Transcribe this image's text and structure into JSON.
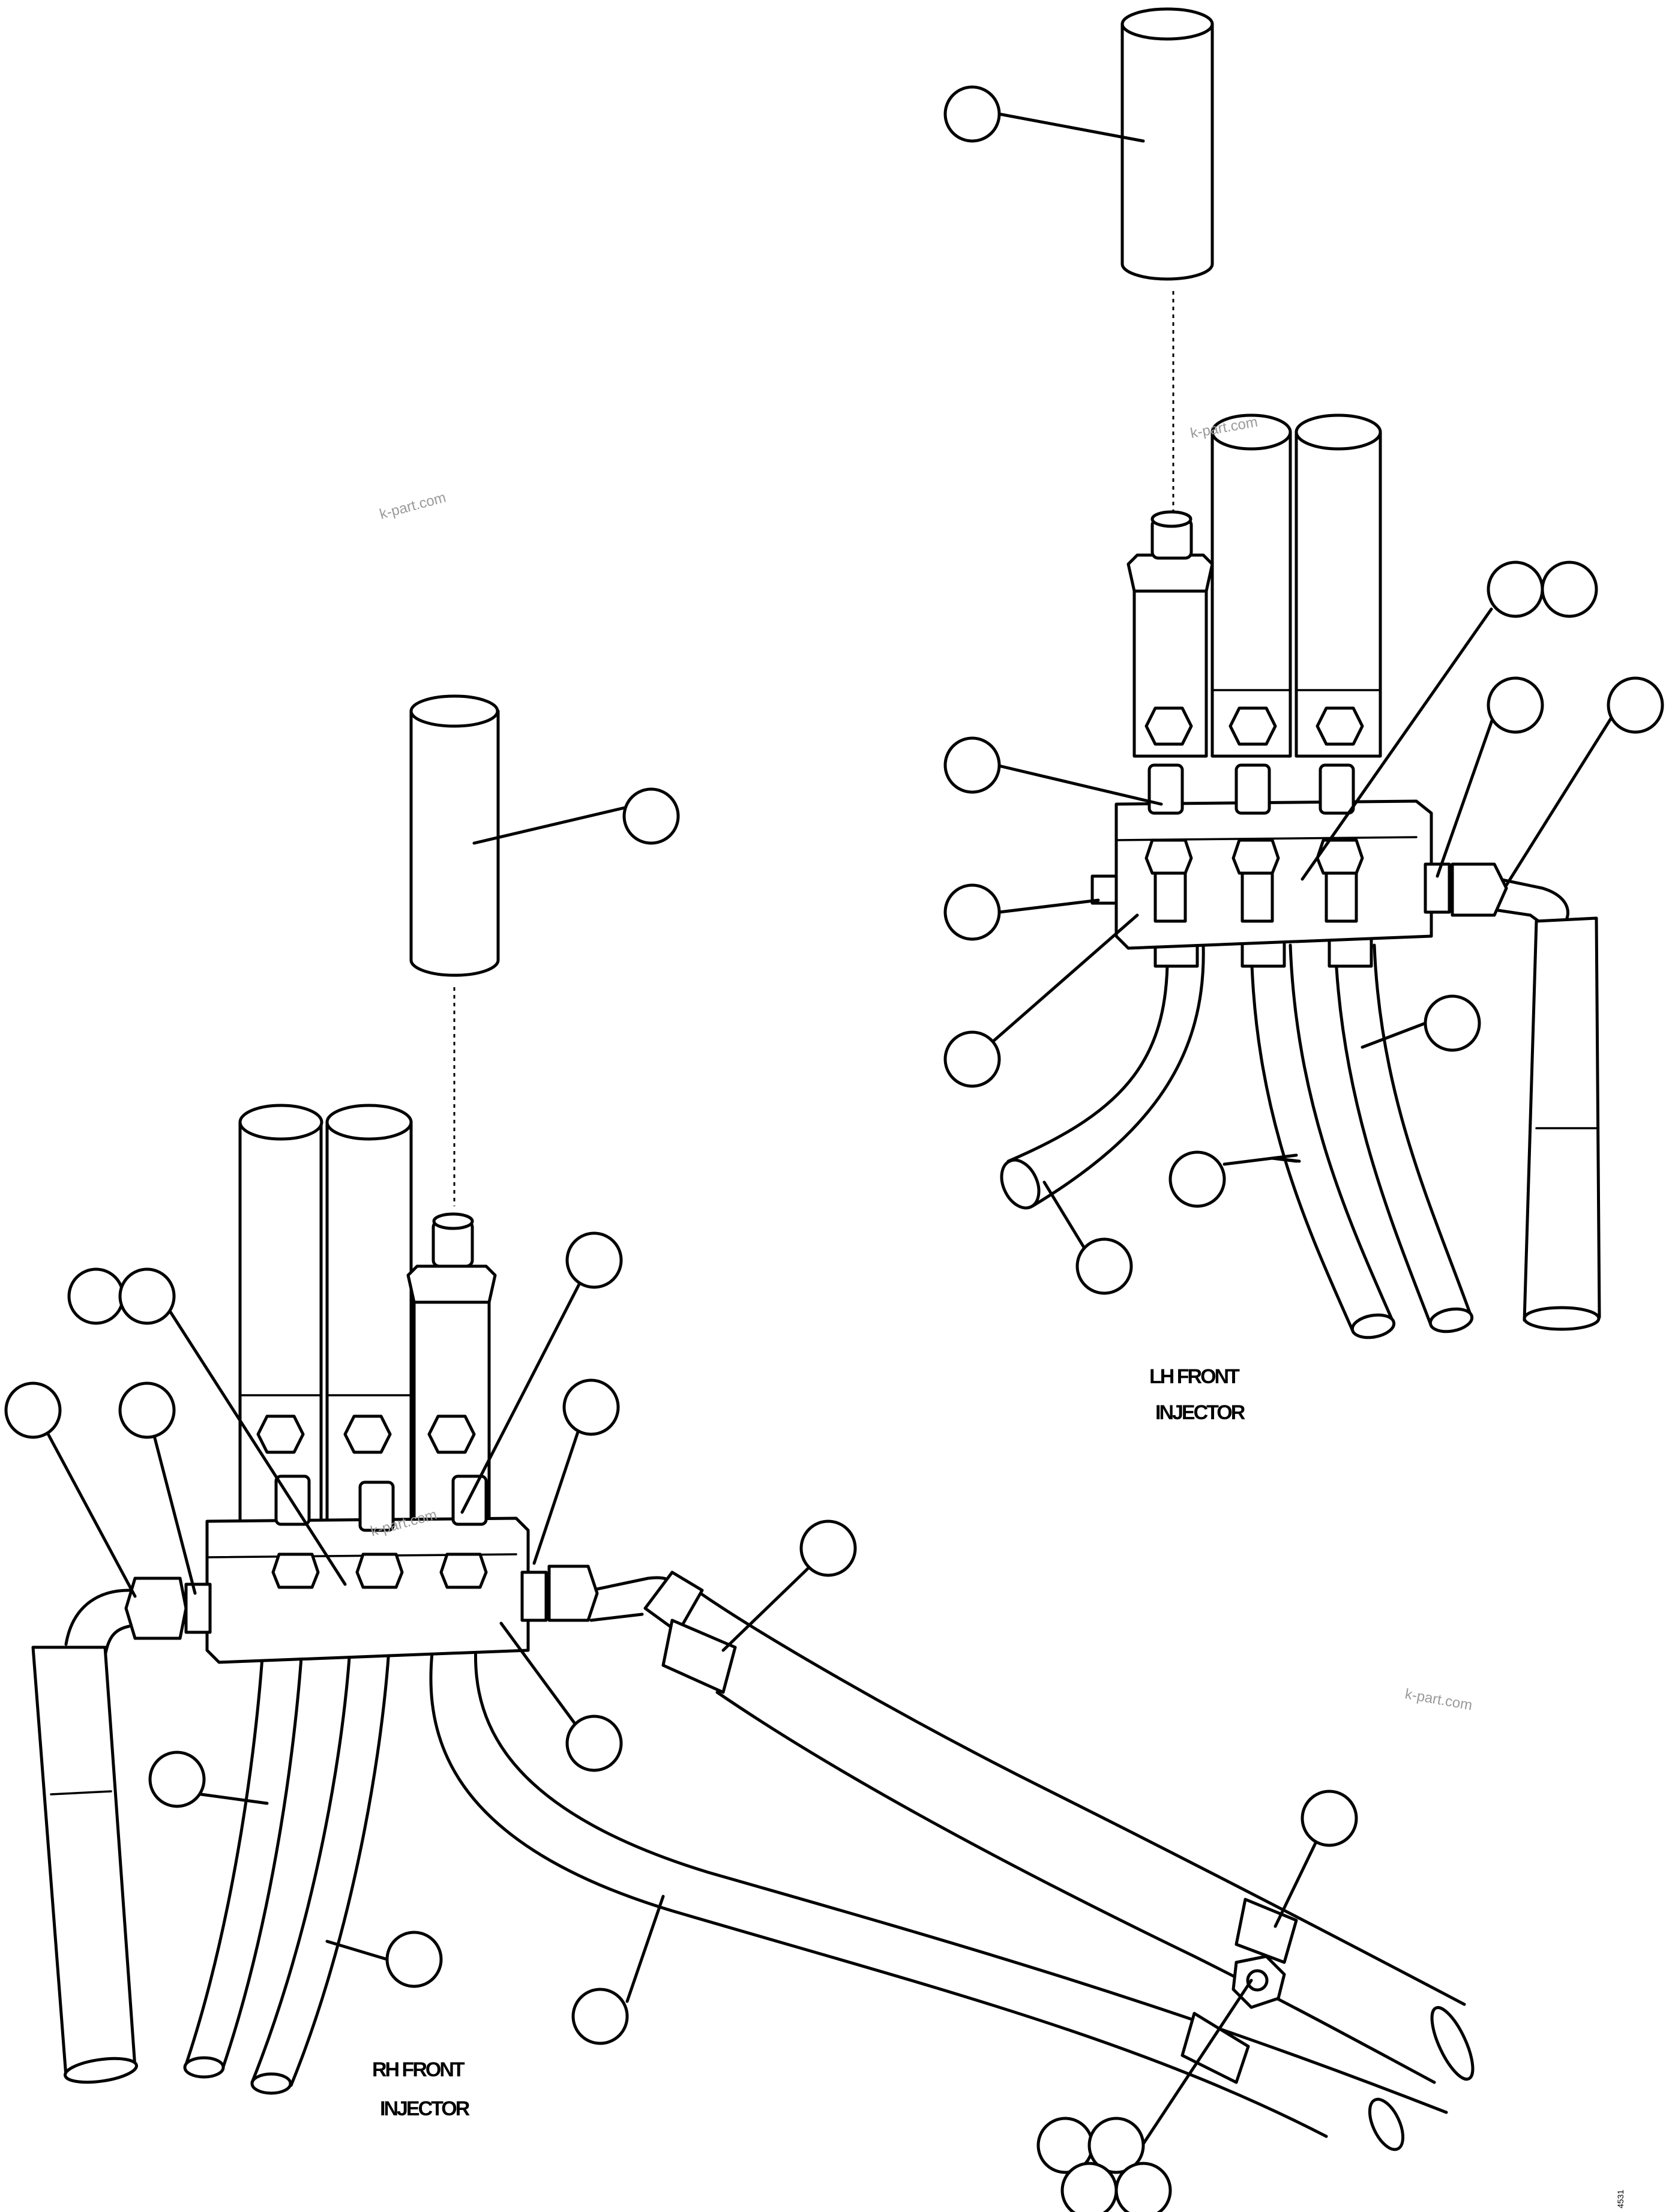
{
  "labels": {
    "lh_line1": "LH FRONT",
    "lh_line2": "INJECTOR",
    "rh_line1": "RH FRONT",
    "rh_line2": "INJECTOR"
  },
  "watermarks": [
    "k-part.com",
    "k-part.com",
    "k-part.com",
    "k-part.com"
  ],
  "drawing_code": "4531",
  "colors": {
    "ink": "#000000",
    "paper": "#ffffff",
    "watermark": "#9a9a9a"
  }
}
